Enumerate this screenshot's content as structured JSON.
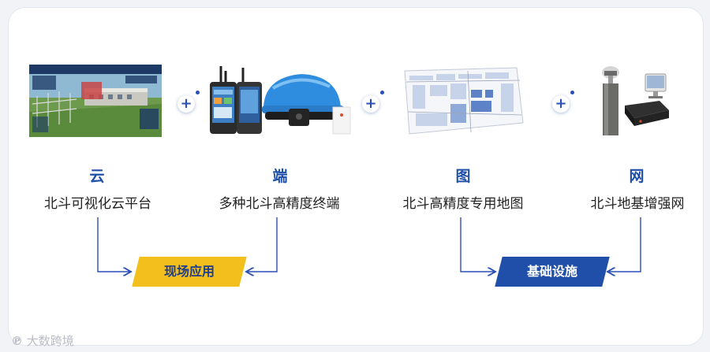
{
  "items": [
    {
      "head": "云",
      "label": "北斗可视化云平台"
    },
    {
      "head": "端",
      "label": "多种北斗高精度终端"
    },
    {
      "head": "图",
      "label": "北斗高精度专用地图"
    },
    {
      "head": "网",
      "label": "北斗地基增强网"
    }
  ],
  "plus_sign": "+",
  "banners": [
    {
      "label": "现场应用",
      "color": "#f2bf1c",
      "text_color": "#1f3d8a"
    },
    {
      "label": "基础设施",
      "color": "#1f4fa8",
      "text_color": "#ffffff"
    }
  ],
  "watermark": "大数跨境",
  "colors": {
    "accent": "#1f4fa8",
    "arrow": "#2a4fb5"
  }
}
